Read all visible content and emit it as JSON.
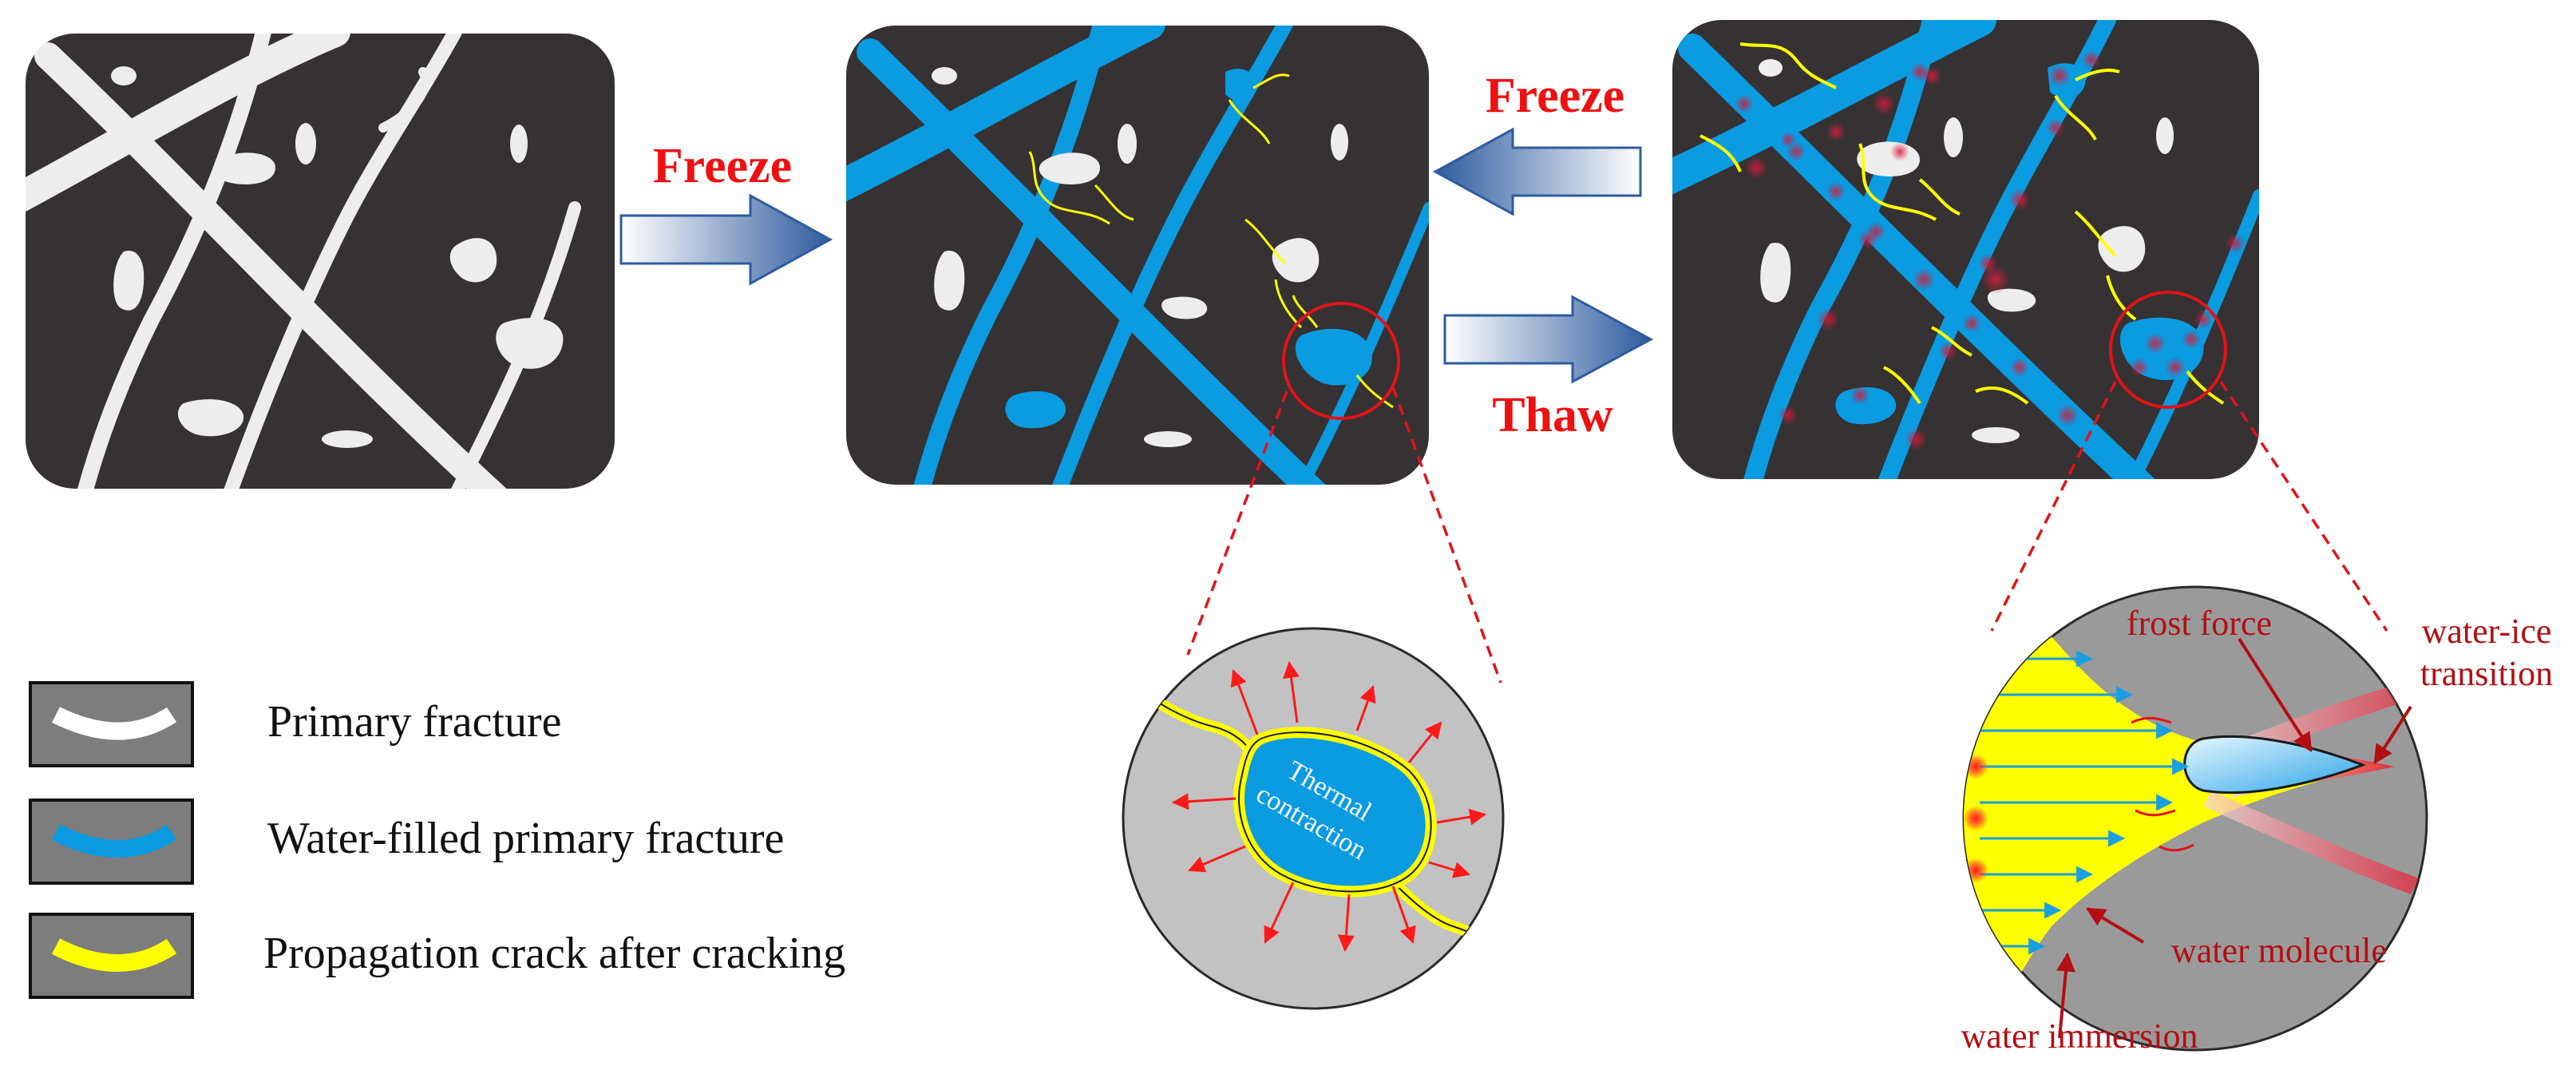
{
  "labels": {
    "freeze_1": "Freeze",
    "freeze_2": "Freeze",
    "thaw": "Thaw",
    "thermal_line1": "Thermal",
    "thermal_line2": "contraction",
    "frost_force": "frost force",
    "water_ice_line1": "water-ice",
    "water_ice_line2": "transition",
    "water_molecule": "water molecule",
    "water_immersion": "water immersion"
  },
  "legend": [
    {
      "label": "Primary fracture",
      "color": "#ffffff"
    },
    {
      "label": "Water-filled primary fracture",
      "color": "#0a9be0"
    },
    {
      "label": "Propagation crack after cracking",
      "color": "#ffff00"
    }
  ],
  "colors": {
    "rock": "#363233",
    "pore_white": "#ededed",
    "water_blue": "#0a9be0",
    "crack_yellow": "#ffff00",
    "label_red": "#ee1111",
    "annot_red": "#b30f14",
    "zoom_gray": "#c2c2c2"
  },
  "icons": [
    "arrow-right-icon",
    "arrow-left-icon",
    "zoom-circle-icon"
  ]
}
